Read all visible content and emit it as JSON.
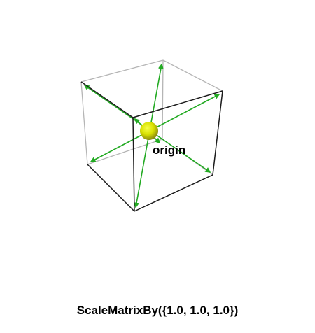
{
  "scene": {
    "point_label": "origin",
    "caption": "ScaleMatrixBy({1.0, 1.0, 1.0})",
    "colors": {
      "cube_back_edges": "#aaaaaa",
      "cube_front_edges": "#1a1a1a",
      "arrows": "#22aa22",
      "sphere": "#d8e000",
      "sphere_shadow": "#8a8a10",
      "background": "#ffffff"
    },
    "scale_vector": [
      1.0,
      1.0,
      1.0
    ]
  }
}
